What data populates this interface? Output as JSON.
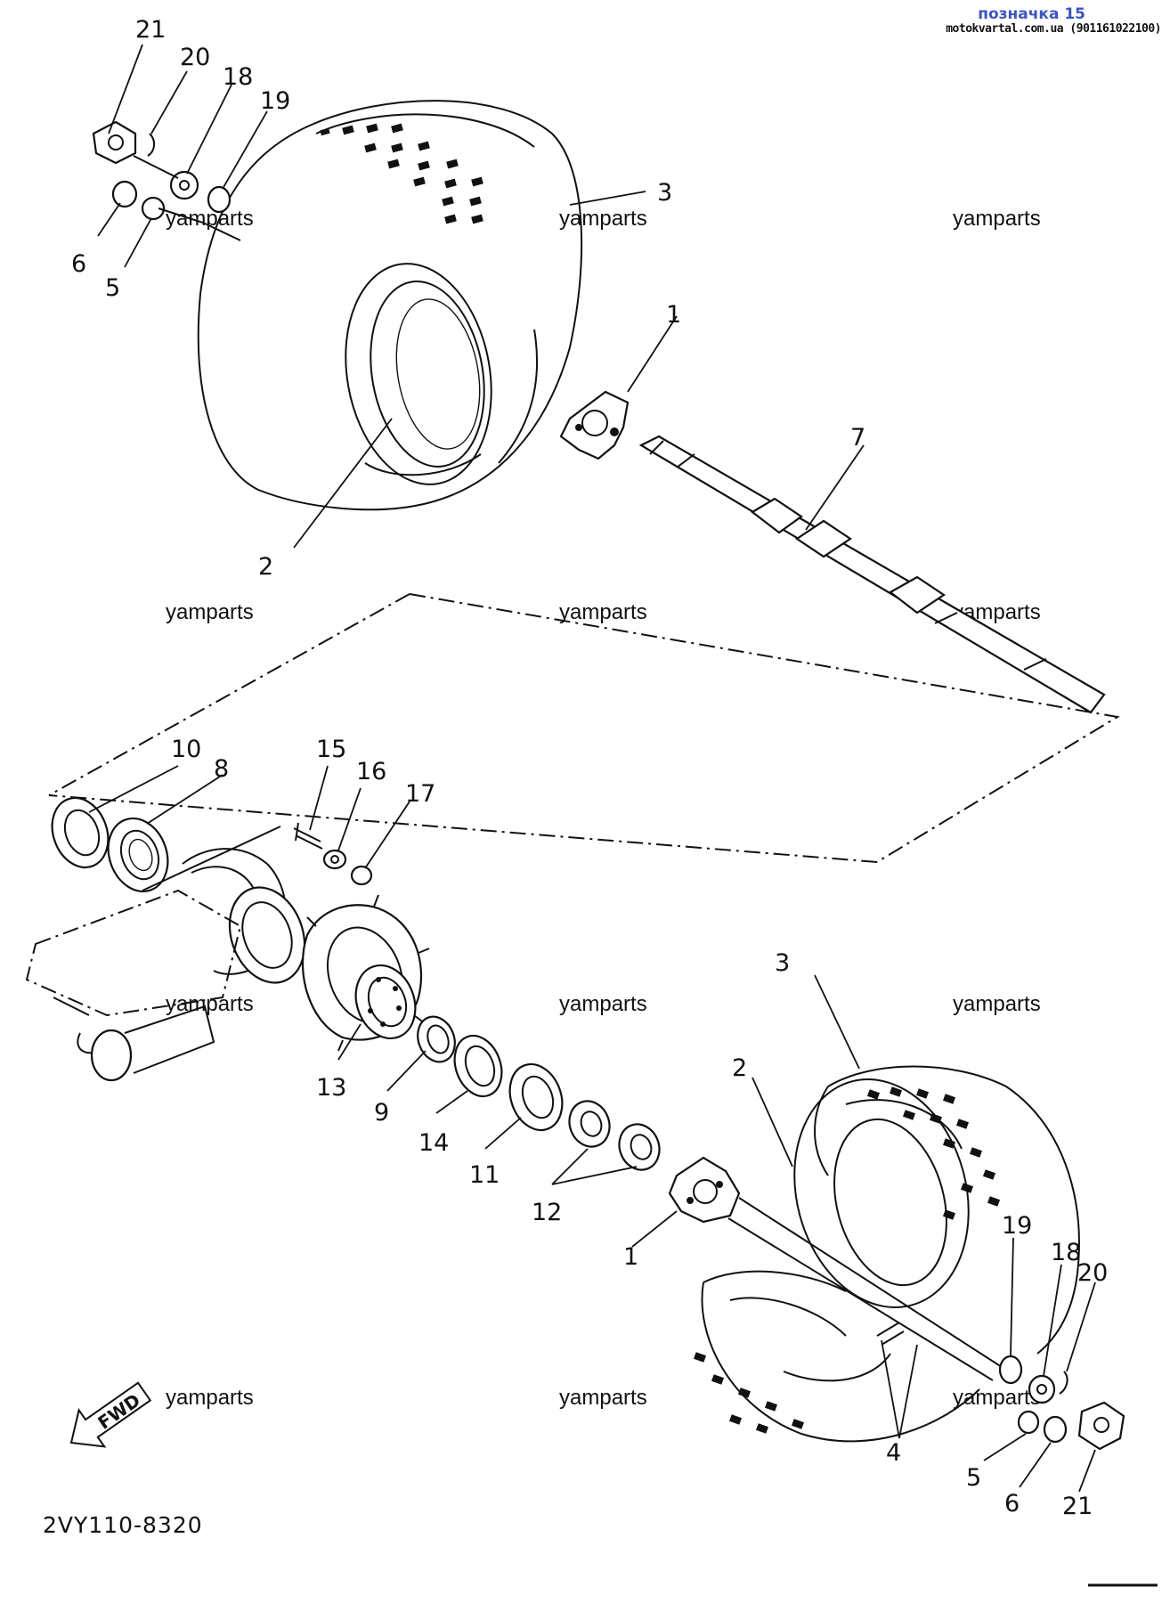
{
  "header": {
    "title": "позначка 15",
    "source": "motokvartal.com.ua (901161022100)"
  },
  "watermark": "yamparts",
  "diagram_code": "2VY110-8320",
  "fwd_label": "FWD",
  "callouts": {
    "c21a": "21",
    "c20a": "20",
    "c18a": "18",
    "c19a": "19",
    "c6a": "6",
    "c5a": "5",
    "c3a": "3",
    "c1a": "1",
    "c2a": "2",
    "c7": "7",
    "c10": "10",
    "c8": "8",
    "c15": "15",
    "c16": "16",
    "c17": "17",
    "c13": "13",
    "c9": "9",
    "c14": "14",
    "c11": "11",
    "c12": "12",
    "c3b": "3",
    "c2b": "2",
    "c1b": "1",
    "c19b": "19",
    "c18b": "18",
    "c20b": "20",
    "c4": "4",
    "c5b": "5",
    "c6b": "6",
    "c21b": "21"
  }
}
